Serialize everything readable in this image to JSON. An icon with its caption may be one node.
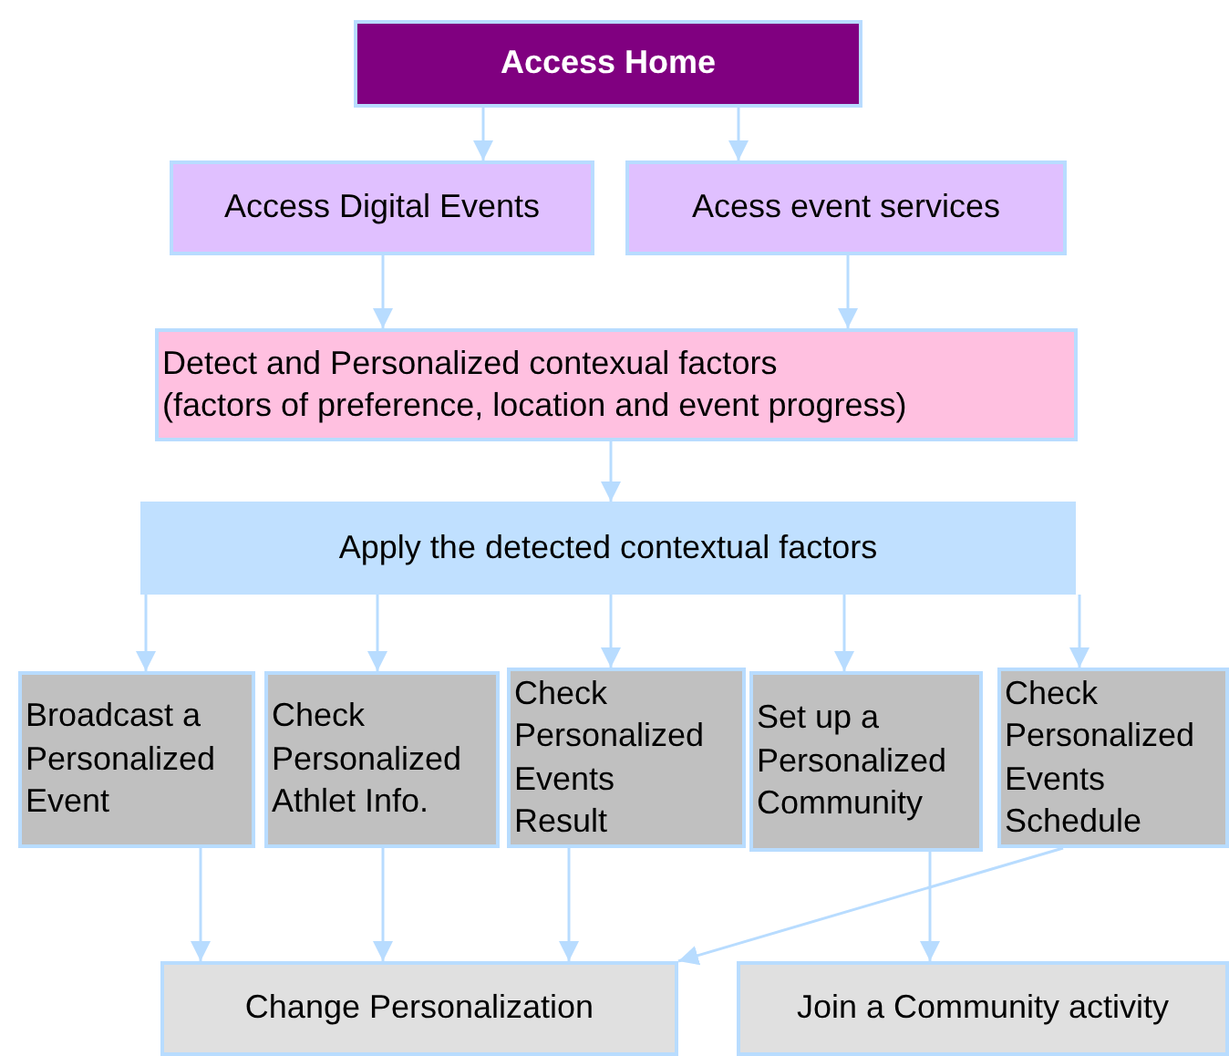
{
  "diagram": {
    "nodes": [
      {
        "text": [
          "Access Home"
        ]
      },
      {
        "text": [
          "Access Digital Events"
        ]
      },
      {
        "text": [
          "Acess event services"
        ]
      },
      {
        "text": [
          "Detect and Personalized contexual factors",
          "(factors of preference, location and event progress)"
        ]
      },
      {
        "text": [
          "Apply the detected contextual factors"
        ]
      },
      {
        "text": [
          "Broadcast a Personalized Event"
        ]
      },
      {
        "text": [
          "Check Personalized Athlet Info."
        ]
      },
      {
        "text": [
          "Check Personalized Events Result"
        ]
      },
      {
        "text": [
          "Set up a Personalized Community"
        ]
      },
      {
        "text": [
          "Check Personalized Events Schedule"
        ]
      },
      {
        "text": [
          "Change Personalization"
        ]
      },
      {
        "text": [
          "Join a Community activity"
        ]
      }
    ],
    "edges": [
      {
        "from": 0,
        "to": 1,
        "arrow": "to"
      },
      {
        "from": 0,
        "to": 2,
        "arrow": "to"
      },
      {
        "from": 1,
        "to": 3,
        "arrow": "to"
      },
      {
        "from": 2,
        "to": 3,
        "arrow": "to"
      },
      {
        "from": 3,
        "to": 4,
        "arrow": "to"
      },
      {
        "from": 4,
        "to": 5,
        "arrow": "to"
      },
      {
        "from": 4,
        "to": 6,
        "arrow": "to"
      },
      {
        "from": 4,
        "to": 7,
        "arrow": "to"
      },
      {
        "from": 4,
        "to": 8,
        "arrow": "to"
      },
      {
        "from": 4,
        "to": 9,
        "arrow": "to"
      },
      {
        "from": 5,
        "to": 10,
        "arrow": "to"
      },
      {
        "from": 6,
        "to": 10,
        "arrow": "to"
      },
      {
        "from": 7,
        "to": 10,
        "arrow": "to"
      },
      {
        "from": 9,
        "to": 10,
        "arrow": "to"
      },
      {
        "from": 8,
        "to": 11,
        "arrow": "to"
      }
    ]
  }
}
